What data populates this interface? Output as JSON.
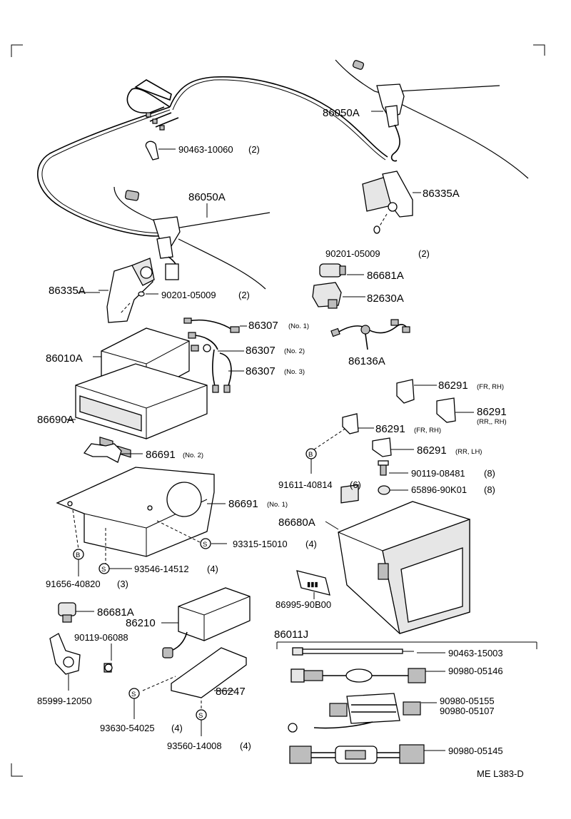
{
  "labels": {
    "c_86050A_top": "86050A",
    "c_90463_10060": "90463-10060",
    "q_90463_10060": "(2)",
    "c_86050A_mid": "86050A",
    "c_86335A_right": "86335A",
    "c_90201_right": "90201-05009",
    "q_90201_right": "(2)",
    "c_86681A_top": "86681A",
    "c_82630A": "82630A",
    "c_86136A": "86136A",
    "c_86335A_left": "86335A",
    "c_90201_left": "90201-05009",
    "q_90201_left": "(2)",
    "c_86307_1": "86307",
    "n_86307_1": "(No. 1)",
    "c_86307_2": "86307",
    "n_86307_2": "(No. 2)",
    "c_86307_3": "86307",
    "n_86307_3": "(No. 3)",
    "c_86010A": "86010A",
    "c_86690A": "86690A",
    "c_86291_a": "86291",
    "n_86291_a": "(FR, RH)",
    "c_86291_b": "86291",
    "n_86291_b": "(RR,, RH)",
    "c_86291_c": "86291",
    "n_86291_c": "(FR, RH)",
    "c_86291_d": "86291",
    "n_86291_d": "(RR, LH)",
    "c_86691_2": "86691",
    "n_86691_2": "(No. 2)",
    "c_91611": "91611-40814",
    "q_91611": "(6)",
    "c_90119_08481": "90119-08481",
    "q_90119_08481": "(8)",
    "c_65896": "65896-90K01",
    "q_65896": "(8)",
    "c_86691_1": "86691",
    "n_86691_1": "(No. 1)",
    "c_86680A": "86680A",
    "c_93315": "93315-15010",
    "q_93315": "(4)",
    "c_91656": "91656-40820",
    "q_91656": "(3)",
    "c_93546": "93546-14512",
    "q_93546": "(4)",
    "c_86995": "86995-90B00",
    "c_86681A_bottom": "86681A",
    "c_86210": "86210",
    "c_90119_06088": "90119-06088",
    "c_86011J": "86011J",
    "c_90463_15003": "90463-15003",
    "c_90980_05146": "90980-05146",
    "c_90980_05155": "90980-05155",
    "c_90980_05107": "90980-05107",
    "c_90980_05145": "90980-05145",
    "c_85999": "85999-12050",
    "c_86247": "86247",
    "c_93630": "93630-54025",
    "q_93630": "(4)",
    "c_93560": "93560-14008",
    "q_93560": "(4)",
    "ref": "ME L383-D",
    "sym_S": "S",
    "sym_B": "B"
  }
}
